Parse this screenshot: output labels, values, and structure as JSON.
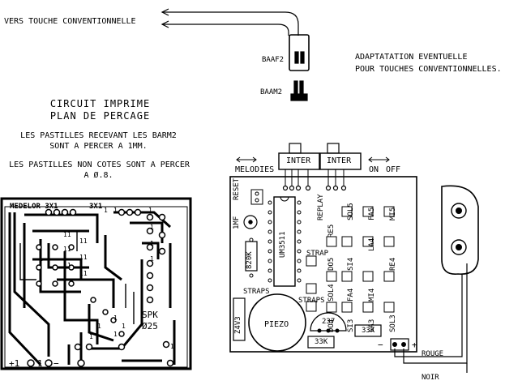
{
  "top": {
    "arrow_text": "VERS TOUCHE CONVENTIONNELLE",
    "baaf2": "BAAF2",
    "baam2": "BAAM2",
    "adapt_line1": "ADAPTATATION EVENTUELLE",
    "adapt_line2": "POUR TOUCHES CONVENTIONNELLES."
  },
  "left": {
    "title1": "CIRCUIT IMPRIME",
    "title2": "PLAN DE PERCAGE",
    "note1_line1": "LES PASTILLES RECEVANT LES BARM2",
    "note1_line2": "SONT A PERCER A 1MM.",
    "note2_line1": "LES PASTILLES NON COTES SONT A PERCER",
    "note2_line2": "A Ø.8.",
    "pcb_label": "MEDELOR 3X1",
    "pcb_label2": "3X1",
    "spk": "SPK",
    "spk_num": "Ø25",
    "plus1": "+1",
    "one": "1",
    "minus": "−",
    "pad_labels": [
      "1",
      "1",
      "11",
      "11",
      "11",
      "1",
      "11",
      "11",
      "11",
      "1",
      "1",
      "1",
      "1",
      "1",
      "1",
      "1",
      "1",
      "1",
      "1"
    ]
  },
  "right": {
    "melodies": "MELODIES",
    "inter1": "INTER",
    "inter2": "INTER",
    "on": "ON",
    "off": "OFF",
    "reset": "RESET",
    "replay": "REPLAY",
    "one_mf": "1MF",
    "r820k": "820K",
    "um3511": "UM3511",
    "strap1": "STRAP",
    "strap2": "STRAPS",
    "strap3": "STRAPS",
    "z4v3": "Z4V3",
    "piezo": "PIEZO",
    "t237": "237",
    "r33k_1": "33K",
    "r33k_2": "33K",
    "notes_col1": [
      "RE5",
      "DO5",
      "SOL4",
      "DO4"
    ],
    "notes_col2": [
      "SOL5",
      "SI4",
      "FA4",
      "SI3"
    ],
    "notes_col3": [
      "FA5",
      "LA4",
      "MI4",
      "LA3"
    ],
    "notes_col4": [
      "MI5",
      "RE4",
      "SOL3"
    ],
    "minus": "−",
    "plus": "+",
    "rouge": "ROUGE",
    "noir": "NOIR"
  }
}
